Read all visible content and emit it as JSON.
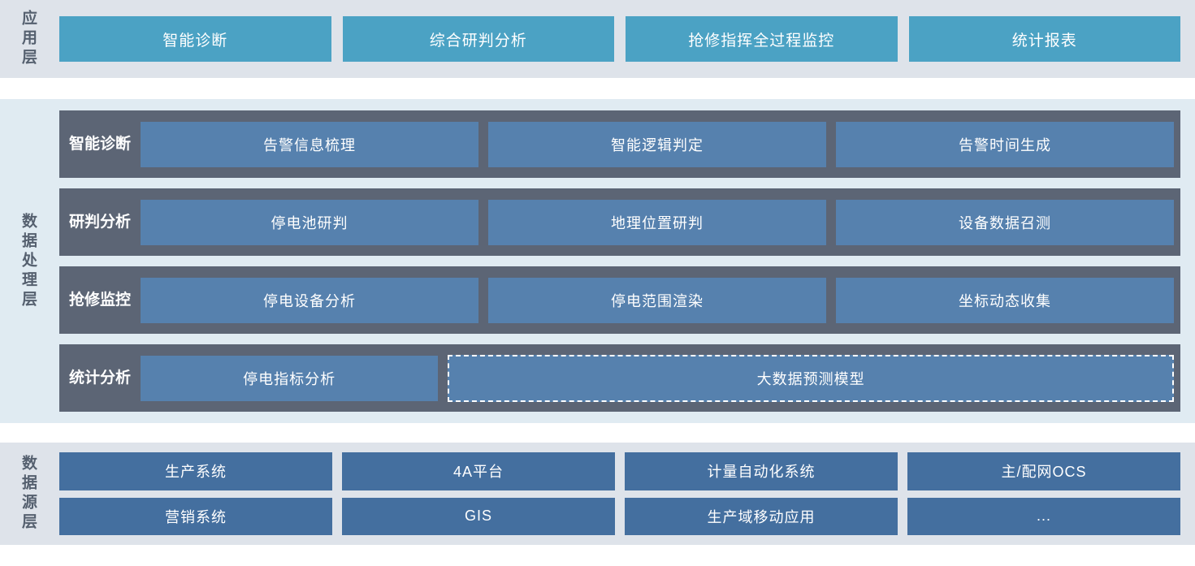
{
  "application_layer": {
    "label": "应用层",
    "tiles": [
      {
        "label": "智能诊断"
      },
      {
        "label": "综合研判分析"
      },
      {
        "label": "抢修指挥全过程监控"
      },
      {
        "label": "统计报表"
      }
    ]
  },
  "processing_layer": {
    "label": "数据处理层",
    "rows": [
      {
        "label_line1": "智能",
        "label_line2": "诊断",
        "cells": [
          {
            "label": "告警信息梳理",
            "dashed": false
          },
          {
            "label": "智能逻辑判定",
            "dashed": false
          },
          {
            "label": "告警时间生成",
            "dashed": false
          }
        ]
      },
      {
        "label_line1": "研判",
        "label_line2": "分析",
        "cells": [
          {
            "label": "停电池研判",
            "dashed": false
          },
          {
            "label": "地理位置研判",
            "dashed": false
          },
          {
            "label": "设备数据召测",
            "dashed": false
          }
        ]
      },
      {
        "label_line1": "抢修",
        "label_line2": "监控",
        "cells": [
          {
            "label": "停电设备分析",
            "dashed": false
          },
          {
            "label": "停电范围渲染",
            "dashed": false
          },
          {
            "label": "坐标动态收集",
            "dashed": false
          }
        ]
      },
      {
        "label_line1": "统计",
        "label_line2": "分析",
        "cells": [
          {
            "label": "停电指标分析",
            "dashed": false
          },
          {
            "label": "大数据预测模型",
            "dashed": true
          }
        ]
      }
    ]
  },
  "source_layer": {
    "label": "数据源层",
    "rows": [
      [
        {
          "label": "生产系统"
        },
        {
          "label": "4A平台"
        },
        {
          "label": "计量自动化系统"
        },
        {
          "label": "主/配网OCS"
        }
      ],
      [
        {
          "label": "营销系统"
        },
        {
          "label": "GIS"
        },
        {
          "label": "生产域移动应用"
        },
        {
          "label": "..."
        }
      ]
    ]
  },
  "colors": {
    "app_tile": "#4ba2c4",
    "proc_row_band": "#5c6575",
    "proc_cell": "#5681ae",
    "source_cell": "#446f9f",
    "band_bg_light": "#dee3ea",
    "band_bg_blue": "#e0ebf2",
    "label_text": "#55606f"
  }
}
